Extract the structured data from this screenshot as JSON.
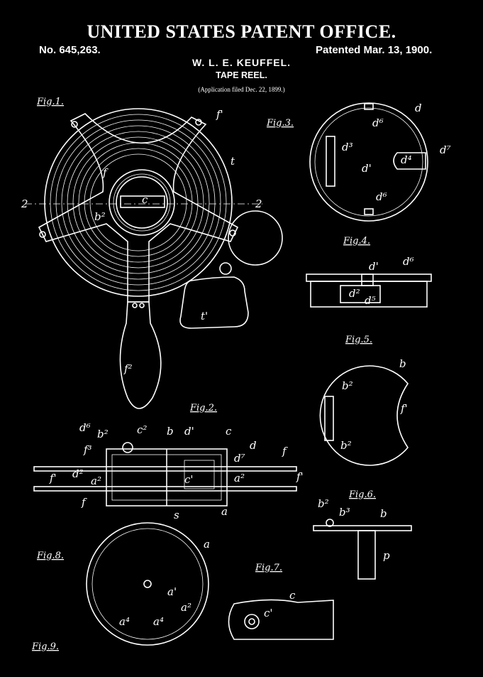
{
  "header": {
    "office": "UNITED STATES PATENT OFFICE.",
    "patent_number": "No. 645,263.",
    "patent_date": "Patented Mar. 13, 1900.",
    "inventor": "W. L. E. KEUFFEL.",
    "subject": "TAPE REEL.",
    "filed": "(Application filed Dec. 22, 1899.)"
  },
  "figures": {
    "fig1": "Fig.1.",
    "fig2": "Fig.2.",
    "fig3": "Fig.3.",
    "fig4": "Fig.4.",
    "fig5": "Fig.5.",
    "fig6": "Fig.6.",
    "fig7": "Fig.7.",
    "fig8": "Fig.8.",
    "fig9": "Fig.9."
  },
  "colors": {
    "background": "#000000",
    "ink": "#ffffff"
  }
}
